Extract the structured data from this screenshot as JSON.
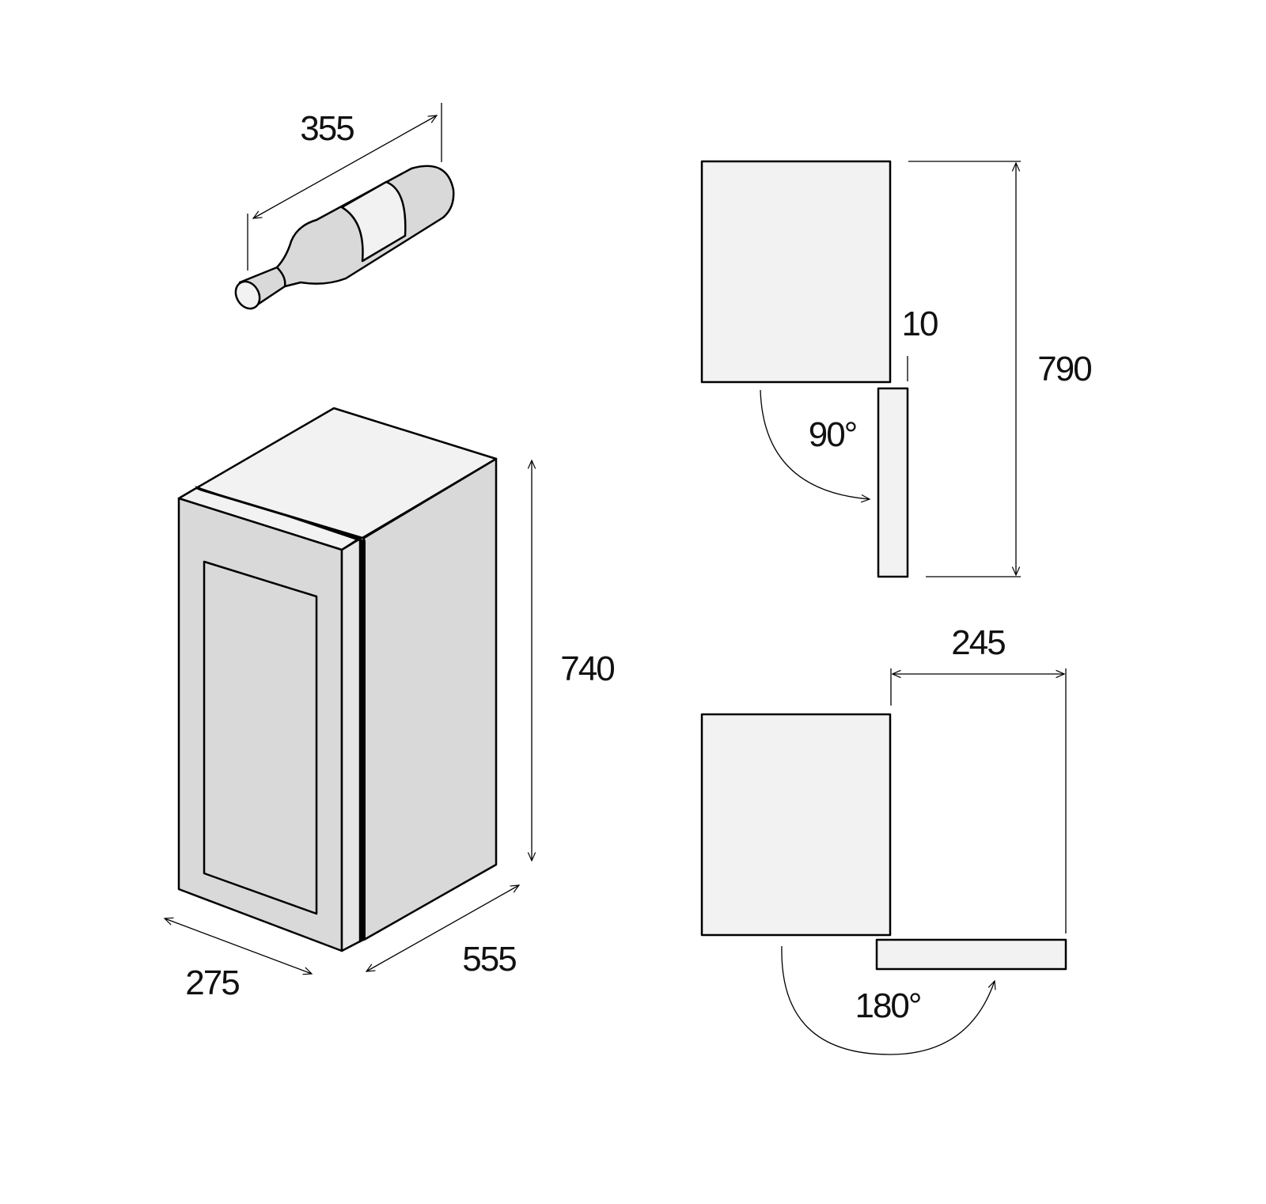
{
  "colors": {
    "light_face": "#f2f2f2",
    "dark_face": "#d9d9d9",
    "line": "#000000"
  },
  "bottle": {
    "length": "355"
  },
  "cabinet": {
    "height": "740",
    "width": "275",
    "depth": "555"
  },
  "door_90": {
    "total_depth": "790",
    "gap": "10",
    "angle": "90°"
  },
  "door_180": {
    "clearance": "245",
    "angle": "180°"
  }
}
